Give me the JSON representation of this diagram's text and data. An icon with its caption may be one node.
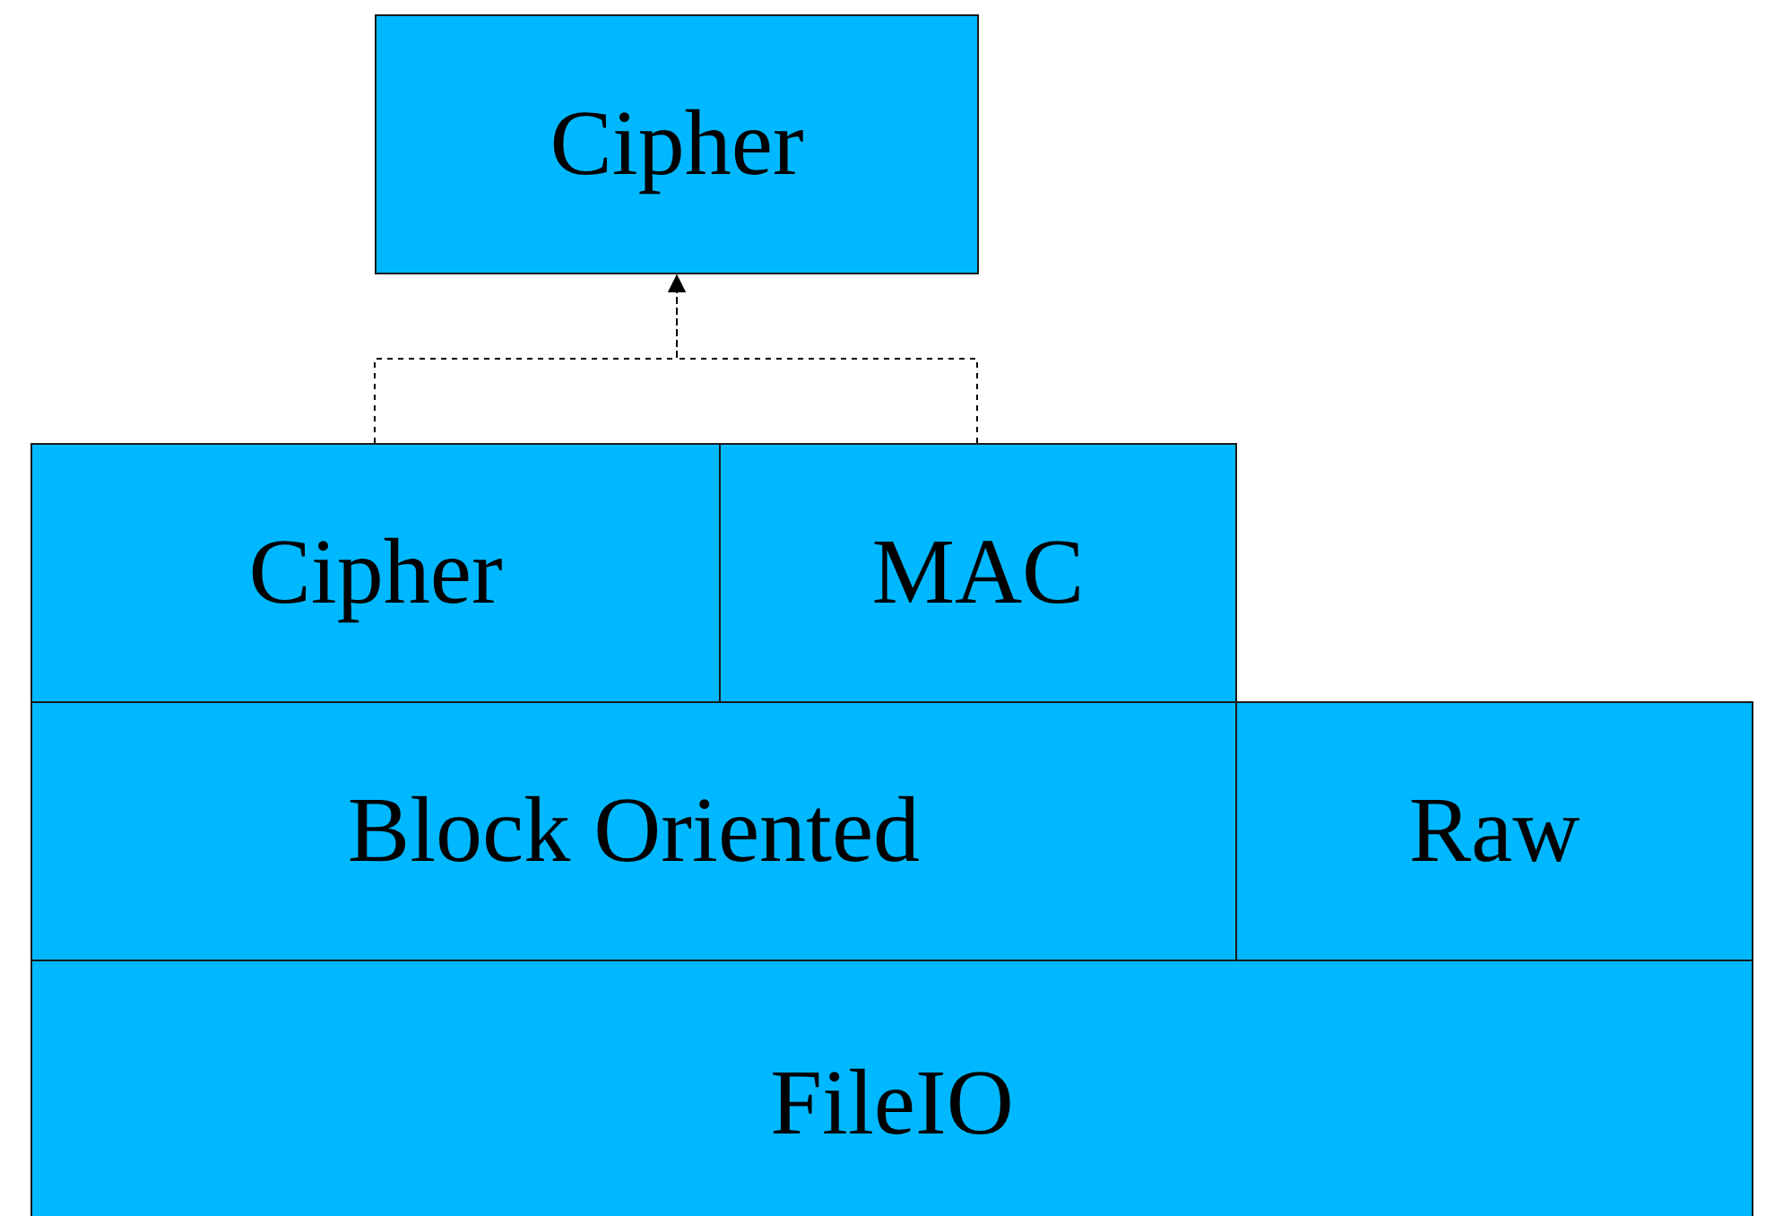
{
  "diagram": {
    "nodes": [
      {
        "text": [
          "Cipher"
        ]
      },
      {
        "text": [
          "Cipher"
        ]
      },
      {
        "text": [
          "MAC"
        ]
      },
      {
        "text": [
          "Block Oriented"
        ]
      },
      {
        "text": [
          "Raw"
        ]
      },
      {
        "text": [
          "FileIO"
        ]
      }
    ],
    "edges": [
      {
        "from": 1,
        "to": 0,
        "arrow": "to",
        "style": "dashed"
      },
      {
        "from": 2,
        "to": 0,
        "arrow": "to",
        "style": "dashed"
      }
    ]
  }
}
